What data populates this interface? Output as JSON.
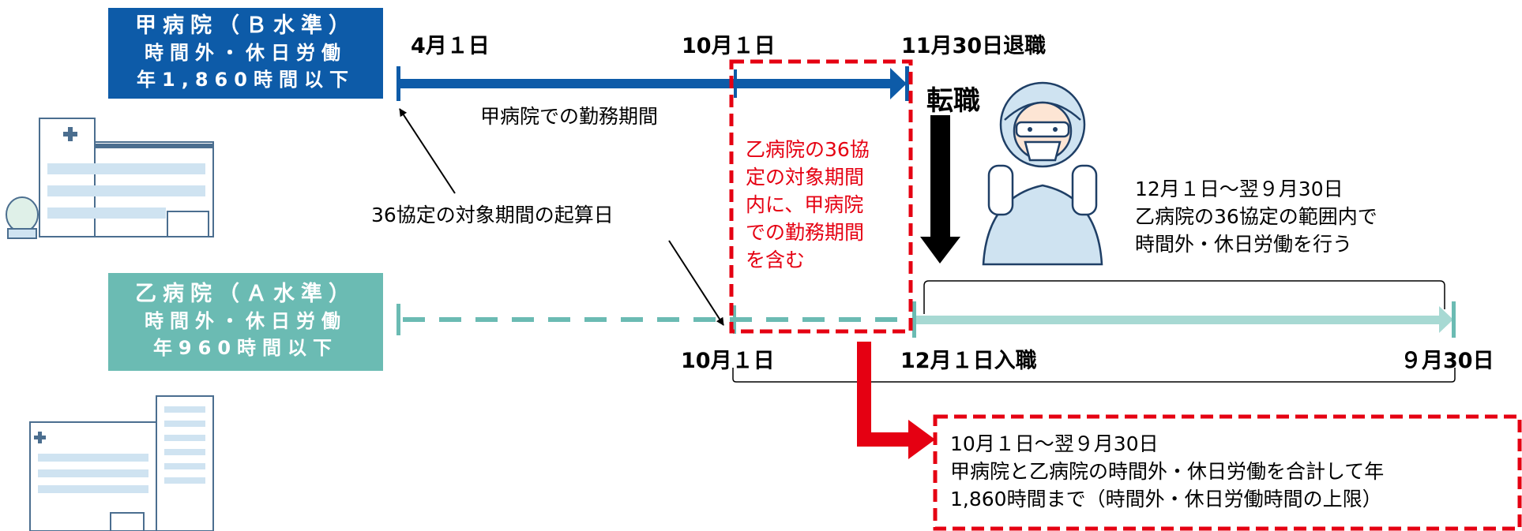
{
  "hospital_a": {
    "line1": "甲病院（Ｂ水準）",
    "line2": "時間外・休日労働",
    "line3": "年1,860時間以下",
    "color": "#0d5ba8"
  },
  "hospital_b": {
    "line1": "乙病院（Ａ水準）",
    "line2": "時間外・休日労働",
    "line3": "年960時間以下",
    "color": "#6bbbb3"
  },
  "dates_top": {
    "start": "4月１日",
    "mid": "10月１日",
    "end": "11月30日退職"
  },
  "dates_bottom": {
    "mid": "10月１日",
    "hire": "12月１日入職",
    "end": "９月30日"
  },
  "labels": {
    "work_period": "甲病院での勤務期間",
    "start_date": "36協定の対象期間の起算日",
    "job_change": "転職"
  },
  "red_box_text": [
    "乙病院の36協",
    "定の対象期間",
    "内に、甲病院",
    "での勤務期間",
    "を含む"
  ],
  "right_note": [
    "12月１日～翌９月30日",
    "乙病院の36協定の範囲内で",
    "時間外・休日労働を行う"
  ],
  "bottom_note": [
    "10月１日～翌９月30日",
    "甲病院と乙病院の時間外・休日労働を合計して年",
    "1,860時間まで（時間外・休日労働時間の上限）"
  ],
  "colors": {
    "accent_red": "#e50012",
    "timeline_blue": "#0d5ba8",
    "timeline_teal": "#6bbbb3"
  }
}
